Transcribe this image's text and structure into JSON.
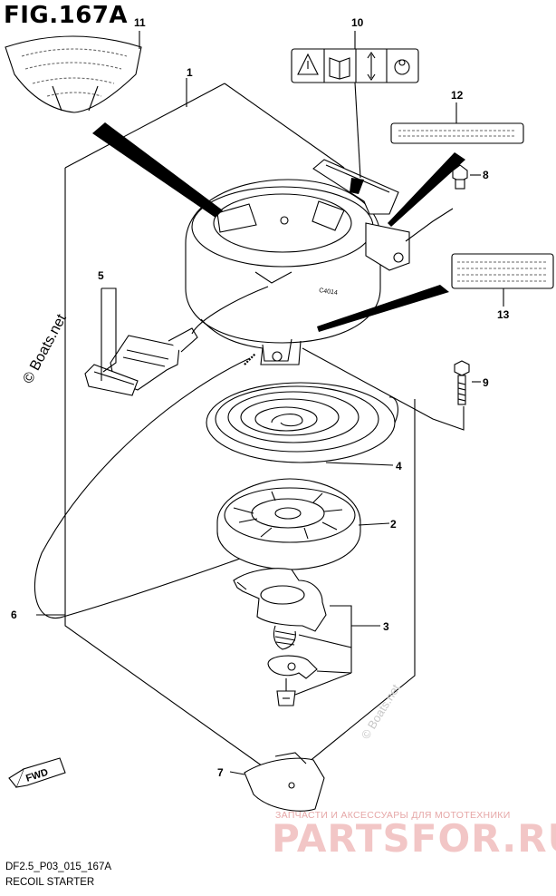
{
  "figure": {
    "title": "FIG.167A"
  },
  "caption": {
    "code": "DF2.5_P03_015_167A",
    "name": "RECOIL STARTER"
  },
  "callouts": [
    "1",
    "2",
    "3",
    "4",
    "5",
    "6",
    "7",
    "8",
    "9",
    "10",
    "11",
    "12",
    "13"
  ],
  "direction_badge": "FWD",
  "watermark": {
    "copyright_main": "© Boats.net",
    "copyright_faint": "© Boats.net",
    "ru_caption": "ЗАПЧАСТИ И АКСЕССУАРЫ ДЛЯ МОТОТЕХНИКИ",
    "ru_brand": "PARTSFOR.RU"
  },
  "colors": {
    "ink": "#000000",
    "hatch": "#666666",
    "watermark": "#f2c6c6"
  }
}
